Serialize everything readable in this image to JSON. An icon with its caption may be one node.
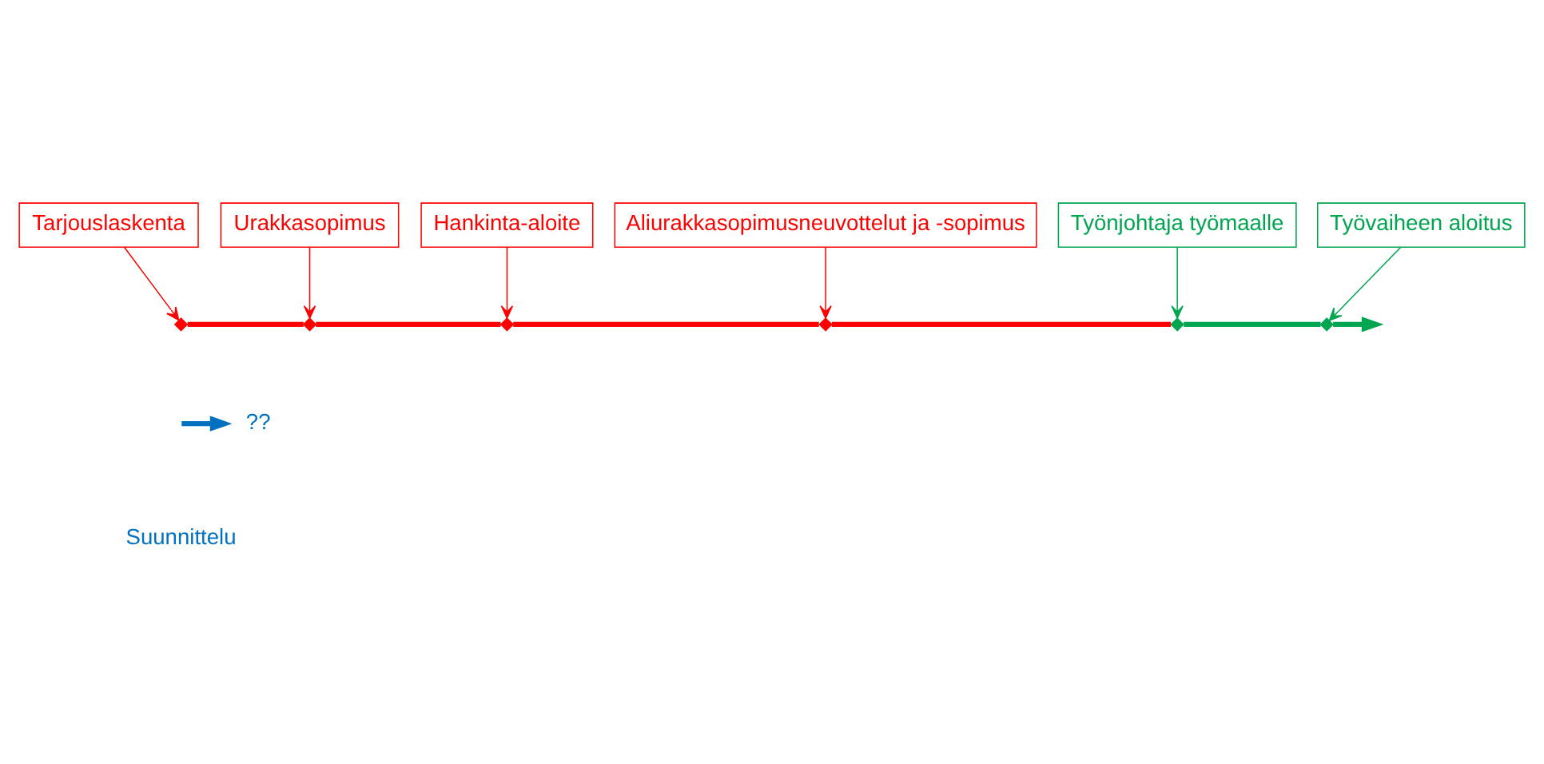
{
  "diagram": {
    "nodes": [
      {
        "text": [
          "Aliurakkasopimusneuvottelut ja -sopimus"
        ]
      },
      {
        "text": [
          "Hankinta-aloite"
        ]
      },
      {
        "text": [
          "Urakkasopimus"
        ]
      },
      {
        "text": [
          "Tarjouslaskenta"
        ]
      },
      {
        "text": [
          "Työnjohtaja työmaalle"
        ]
      },
      {
        "text": [
          "Työvaiheen aloitus"
        ]
      },
      {
        "text": [],
        "shape": "diamond"
      },
      {
        "text": [],
        "shape": "diamond"
      },
      {
        "text": [],
        "shape": "diamond"
      },
      {
        "text": [],
        "shape": "diamond"
      },
      {
        "text": [],
        "shape": "diamond"
      },
      {
        "text": [],
        "shape": "diamond"
      },
      {
        "text": [
          "??"
        ]
      }
    ],
    "edges": [
      {
        "from": 3,
        "to": 6,
        "arrow": "to"
      },
      {
        "from": 2,
        "to": 7,
        "arrow": "to"
      },
      {
        "from": 1,
        "to": 8,
        "arrow": "to"
      },
      {
        "from": 0,
        "to": 9,
        "arrow": "to"
      },
      {
        "from": 4,
        "to": 10,
        "arrow": "to",
        "color": "#00a550"
      },
      {
        "from": 5,
        "to": 11,
        "arrow": "to",
        "color": "#00a550"
      },
      {
        "from": 6,
        "to": 7,
        "arrow": "none"
      },
      {
        "from": 7,
        "to": 8,
        "arrow": "none"
      },
      {
        "from": 8,
        "to": 9,
        "arrow": "none"
      },
      {
        "from": 9,
        "to": 10,
        "arrow": "none"
      },
      {
        "from": 10,
        "to": 11,
        "arrow": "none",
        "color": "#00a550"
      },
      {
        "from": 11,
        "to": null,
        "arrow": "to",
        "color": "#00a550"
      },
      {
        "from": null,
        "to": 12,
        "arrow": "to",
        "color": "#0070c0"
      }
    ],
    "labels": [
      "Suunnittelu"
    ]
  }
}
